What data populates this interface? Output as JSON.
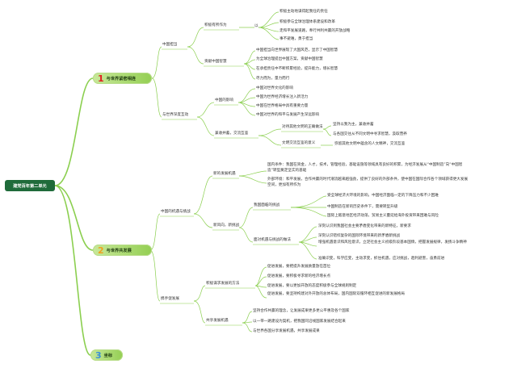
{
  "root": "建党百年第二单元",
  "colors": {
    "b1_num": "#e02020",
    "b2_num": "#f0a020",
    "b3_num": "#3a8fd8",
    "line": "#8bcf4f",
    "root_bg": "#1f6b3a"
  },
  "b1": {
    "num": "1",
    "label": "与世界紧密相连",
    "s1": "中国担当",
    "s1a": "积极有所作为",
    "s1a_k": "以",
    "s1a_i": [
      "积极主动地谋得起我任的责任",
      "积极参与全球治理体系建设和改革",
      "走和平发展道路，奉行共利共赢的开放战略",
      "事不避难，勇于担当"
    ],
    "s1b": "贡献中国智慧",
    "s1b_i": [
      "中国担当向世界展现了大国风范，显示了中国智慧",
      "为全球治理提出中国方案，贡献中国智慧",
      "在承担责任中不断积累经验，提升能力，增长智慧",
      "尽力而为，量力而行"
    ],
    "s2": "与世界深度互动",
    "s2a": "中国的影响",
    "s2a_i": [
      "中国对世界文化的影响",
      "中国为世界经济增长注入新活力",
      "中国在世界格局中具有重要力量",
      "中国对世界的和平与发展产生深远影响"
    ],
    "s2b": "兼收并蓄，交流互鉴",
    "s2b1": "对待其他文明的正确做法",
    "s2b1_i": [
      "坚持以我为主，兼收并蓄",
      "与各国交往从不同文明中寻求智慧，汲取营养"
    ],
    "s2b2": "文明交流互鉴的意义",
    "s2b2_i": [
      "弥留其他文明中蕴含的人文精神，交流互鉴"
    ]
  },
  "b2": {
    "num": "2",
    "label": "与世界共发展",
    "s1": "中国的机遇与挑战",
    "s1a": "新的发展机遇",
    "s1a_i": [
      "国内条件：我国在资金，人才，技术，管理经验，基础设施等领域具有良好的积累，为经济发展从“中国制造”向“中国智造”转型奠定坚实的基础",
      "外部环境：和平发展，合作共赢的时代潮流越来越强劲，提供了良好的外部条件，使中国在国际合作各个领域获得更大发展空间，更加有所作为"
    ],
    "s1b": "新风向，新挑战",
    "s1b1": "我国面临的挑战",
    "s1b1_i": [
      "受全球经济大环境的影响，中国经济面临一定的下降压力和不少困难",
      "中国制造在新的历史条件下，需要转型升级",
      "国际上敌意地区经济动荡，贸易主义蔓延给海外投资带来困难与风险"
    ],
    "s1b2": "面对机遇与挑战的做法",
    "s1b2_i": [
      "深刻认识到我国社会主要矛盾变化带来的新特征，新要求",
      "深刻认识错综复杂的国际环境带来的新矛盾新挑战",
      "增强机遇意识和风险意识，立足社会主义初级阶段基本国情，把握发展规律，发扬斗争精神",
      "准确识变，科学应变，主动求变，抓住机遇，应对挑战，趋利避害，奋勇前进"
    ],
    "s2": "携手促发展",
    "s2a": "积极谋求发展的方法",
    "s2a_i": [
      "促进发展，要把提升发展质量放在首位",
      "促进发展，要积极寻求新的经济增长点",
      "促进发展，要以更加开放的态度积极参与全球规则制定",
      "促进发展，要坚持构建对外开放的总体布局，国内国际双循环相互促进的新发展格局"
    ],
    "s2b": "共享发展机遇",
    "s2b_i": [
      "坚持合作共赢的理念，让发展成果更多更公平惠及各个国家",
      "以一带一路建设为契机，把我国同沿线国家发展结合起来",
      "与世界各国分享发展机遇，共享发展成果"
    ]
  },
  "b3": {
    "num": "3",
    "label": "坐标"
  }
}
